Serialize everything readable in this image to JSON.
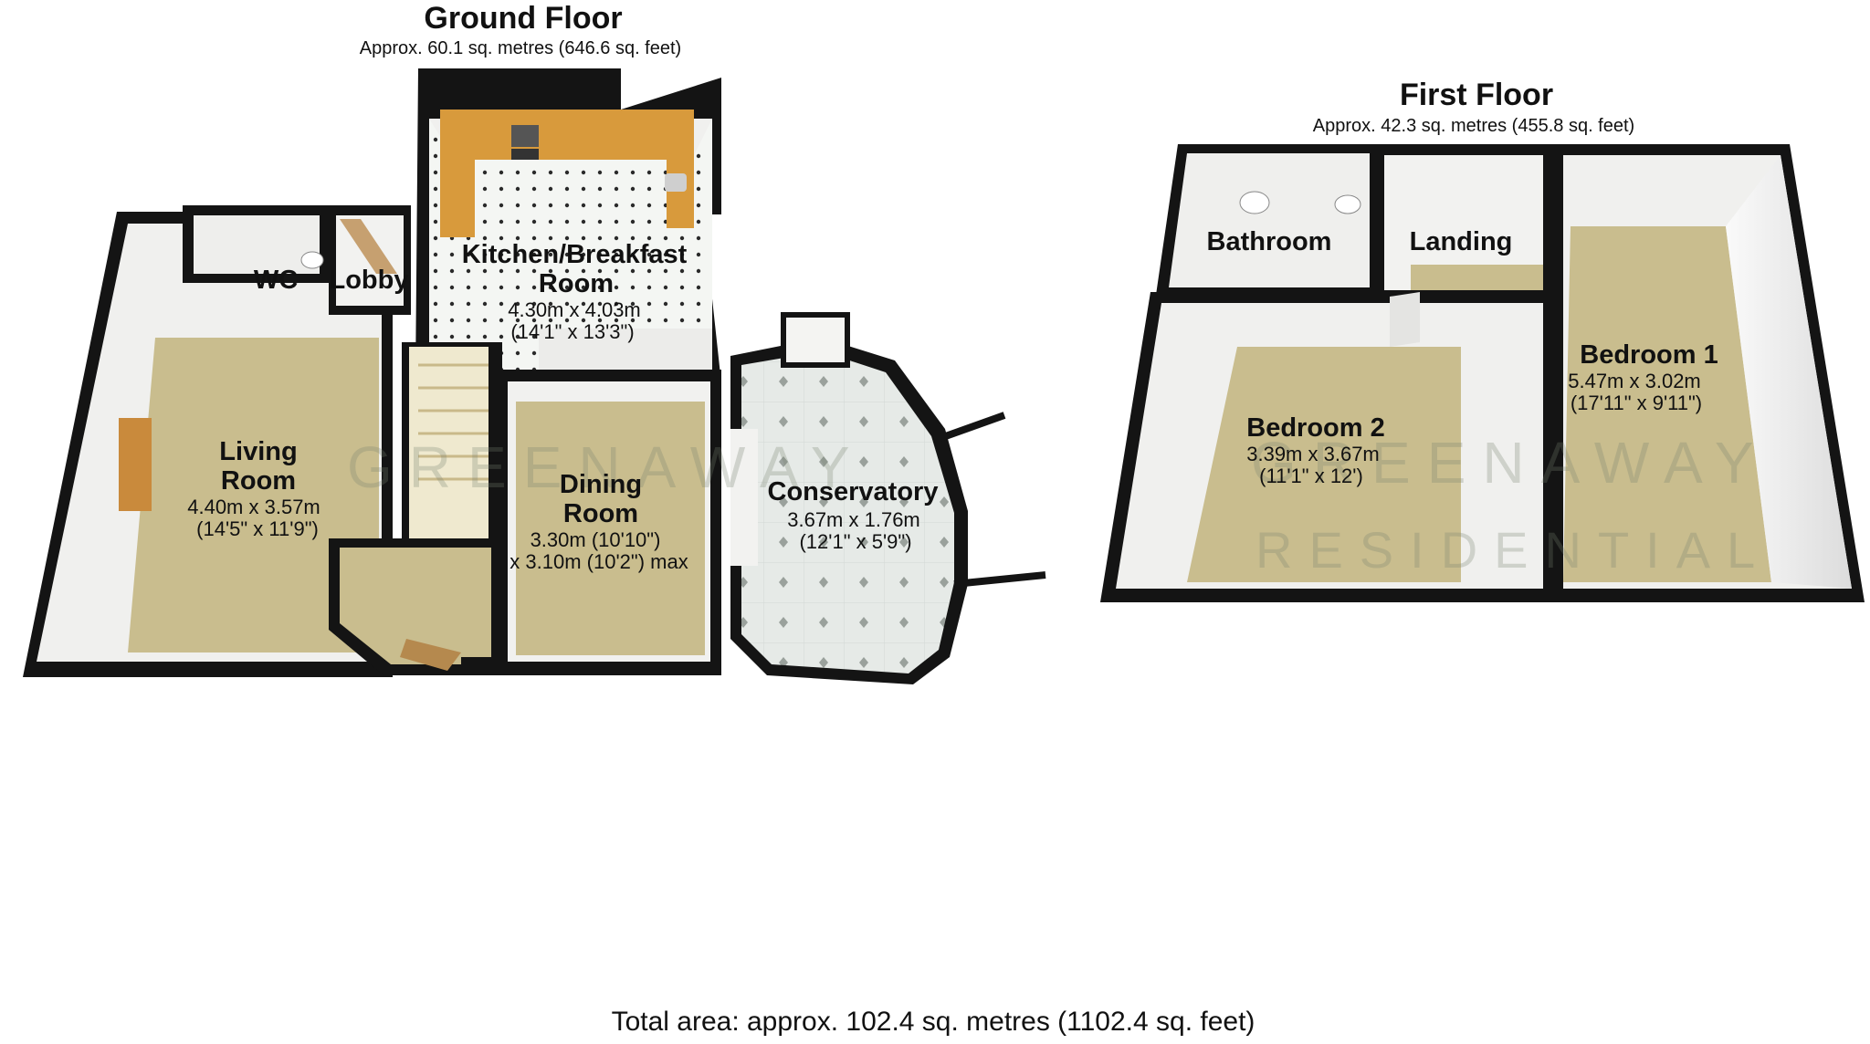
{
  "ground_floor": {
    "title": "Ground Floor",
    "area": "Approx. 60.1 sq. metres (646.6 sq. feet)",
    "rooms": {
      "kitchen": {
        "name_1": "Kitchen/Breakfast",
        "name_2": "Room",
        "dim_1": "4.30m x 4.03m",
        "dim_2": "(14'1\" x 13'3\")"
      },
      "wc": {
        "name": "WC"
      },
      "lobby": {
        "name": "Lobby"
      },
      "living": {
        "name_1": "Living",
        "name_2": "Room",
        "dim_1": "4.40m x 3.57m",
        "dim_2": "(14'5\" x 11'9\")"
      },
      "dining": {
        "name_1": "Dining",
        "name_2": "Room",
        "dim_1": "3.30m (10'10\")",
        "dim_2": "x 3.10m (10'2\") max"
      },
      "conservatory": {
        "name": "Conservatory",
        "dim_1": "3.67m x 1.76m",
        "dim_2": "(12'1\" x 5'9\")"
      }
    }
  },
  "first_floor": {
    "title": "First Floor",
    "area": "Approx. 42.3 sq. metres (455.8 sq. feet)",
    "rooms": {
      "bathroom": {
        "name": "Bathroom"
      },
      "landing": {
        "name": "Landing"
      },
      "bedroom1": {
        "name": "Bedroom 1",
        "dim_1": "5.47m x 3.02m",
        "dim_2": "(17'11\" x 9'11\")"
      },
      "bedroom2": {
        "name": "Bedroom 2",
        "dim_1": "3.39m x 3.67m",
        "dim_2": "(11'1\" x 12')"
      }
    }
  },
  "total_area": "Total area: approx. 102.4 sq. metres (1102.4 sq. feet)",
  "watermark": {
    "line_1": "GREENAWAY",
    "line_2": "RESIDENTIAL"
  },
  "colors": {
    "wall": "#141414",
    "carpet": "#cbbf90",
    "tile": "#e9ece8",
    "worktop": "#d89a3c",
    "inner_wall": "#f1f1ef"
  }
}
